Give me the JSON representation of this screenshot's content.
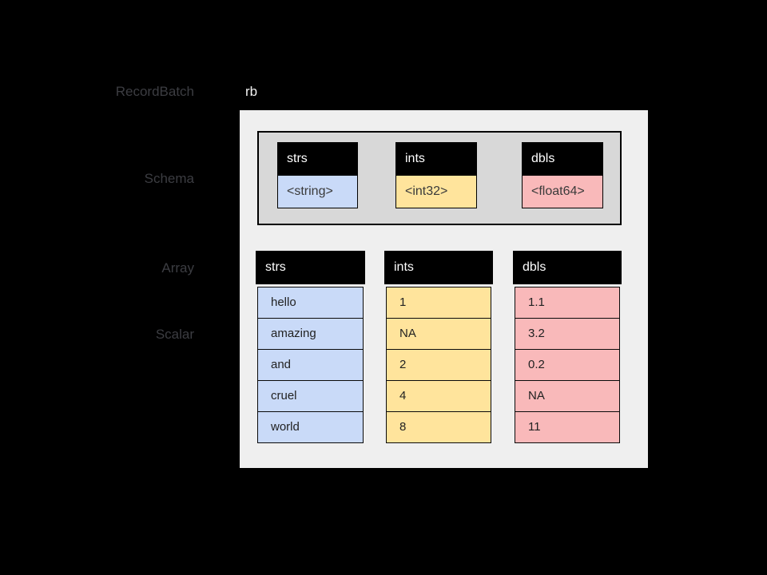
{
  "labels": {
    "recordbatch": "RecordBatch",
    "schema": "Schema",
    "array": "Array",
    "scalar": "Scalar",
    "rb_instance": "rb"
  },
  "colors": {
    "background": "#000000",
    "recordbatch_box": "#efefef",
    "schema_box": "#d8d8d8",
    "header_black": "#000000",
    "header_text": "#ffffff",
    "side_label_text": "#3c3d42",
    "string_fill": "#c9daf8",
    "int_fill": "#ffe49c",
    "double_fill": "#f9b9ba"
  },
  "schema": {
    "fields": [
      {
        "name": "strs",
        "type": "<string>",
        "color": "#c9daf8"
      },
      {
        "name": "ints",
        "type": "<int32>",
        "color": "#ffe49c"
      },
      {
        "name": "dbls",
        "type": "<float64>",
        "color": "#f9b9ba"
      }
    ]
  },
  "arrays": [
    {
      "name": "strs",
      "color": "#c9daf8",
      "values": [
        "hello",
        "amazing",
        "and",
        "cruel",
        "world"
      ]
    },
    {
      "name": "ints",
      "color": "#ffe49c",
      "values": [
        "1",
        "NA",
        "2",
        "4",
        "8"
      ]
    },
    {
      "name": "dbls",
      "color": "#f9b9ba",
      "values": [
        "1.1",
        "3.2",
        "0.2",
        "NA",
        "11"
      ]
    }
  ]
}
